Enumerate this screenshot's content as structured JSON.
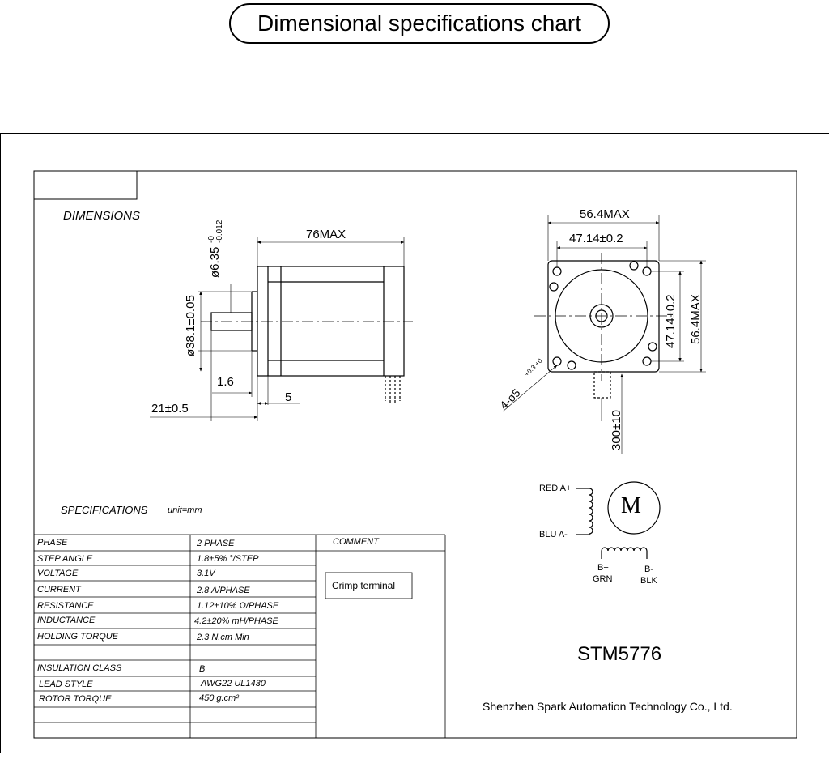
{
  "header": {
    "title": "Dimensional specifications chart"
  },
  "drawing": {
    "dimensions_label": "DIMENSIONS",
    "side_view": {
      "length": "76MAX",
      "shaft_dia": "ø6.35",
      "shaft_tol_upper": "-0",
      "shaft_tol_lower": "-0.012",
      "pilot_dia": "ø38.1±0.05",
      "pilot_depth": "1.6",
      "flange": "5",
      "shaft_length": "21±0.5"
    },
    "front_view": {
      "overall_width": "56.4MAX",
      "hole_spacing_h": "47.14±0.2",
      "hole_spacing_v": "47.14±0.2",
      "overall_height": "56.4MAX",
      "holes": "4-ø5",
      "holes_tol": "+0.3 +0",
      "lead_length": "300±10"
    }
  },
  "wiring": {
    "red": "RED  A+",
    "blu": "BLU  A-",
    "b_plus": "B+",
    "grn": "GRN",
    "b_minus": "B-",
    "blk": "BLK",
    "motor_symbol": "M"
  },
  "specifications": {
    "label": "SPECIFICATIONS",
    "unit": "unit=mm",
    "comment_header": "COMMENT",
    "comment_value": "Crimp terminal",
    "rows": [
      {
        "name": "PHASE",
        "value": "2  PHASE"
      },
      {
        "name": "STEP ANGLE",
        "value": "1.8±5% °/STEP"
      },
      {
        "name": "VOLTAGE",
        "value": "3.1V"
      },
      {
        "name": "CURRENT",
        "value": "2.8 A/PHASE"
      },
      {
        "name": "RESISTANCE",
        "value": "1.12±10%  Ω/PHASE"
      },
      {
        "name": "INDUCTANCE",
        "value": "4.2±20%  mH/PHASE"
      },
      {
        "name": "HOLDING TORQUE",
        "value": "2.3 N.cm Min"
      },
      {
        "name": "",
        "value": ""
      },
      {
        "name": "INSULATION CLASS",
        "value": "B"
      },
      {
        "name": "LEAD STYLE",
        "value": "AWG22 UL1430"
      },
      {
        "name": "ROTOR TORQUE",
        "value": "450 g.cm²"
      }
    ]
  },
  "model": "STM5776",
  "company": "Shenzhen Spark Automation Technology Co., Ltd."
}
